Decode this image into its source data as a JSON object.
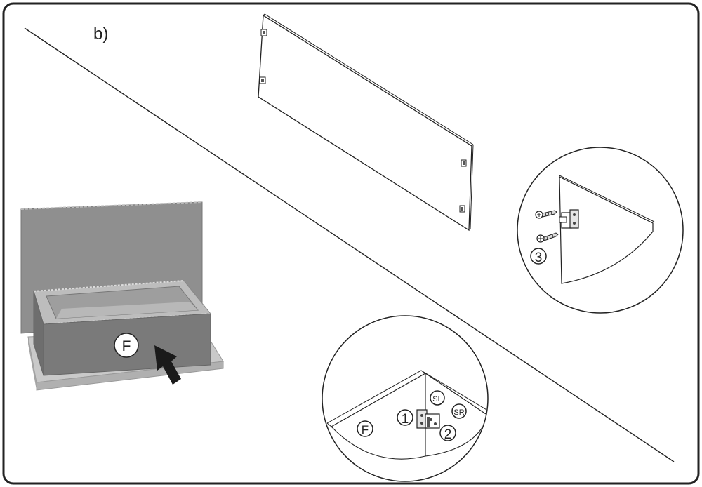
{
  "step_label": "b)",
  "callouts": {
    "front_panel": "F",
    "detail_front_panel": "F",
    "screw_step": "3",
    "step_one": "1",
    "step_two": "2",
    "side_left": "SL",
    "side_right": "SR"
  },
  "colors": {
    "outline": "#222222",
    "wall_grey": "#8f8f8f",
    "panel_grey": "#7a7a7a",
    "floor_grey": "#c9c9c9",
    "tub_inner": "#b3b3b3",
    "arrow": "#1a1a1a"
  },
  "icons": [
    "screw-icon",
    "clip-bracket-icon",
    "insert-arrow-icon"
  ]
}
